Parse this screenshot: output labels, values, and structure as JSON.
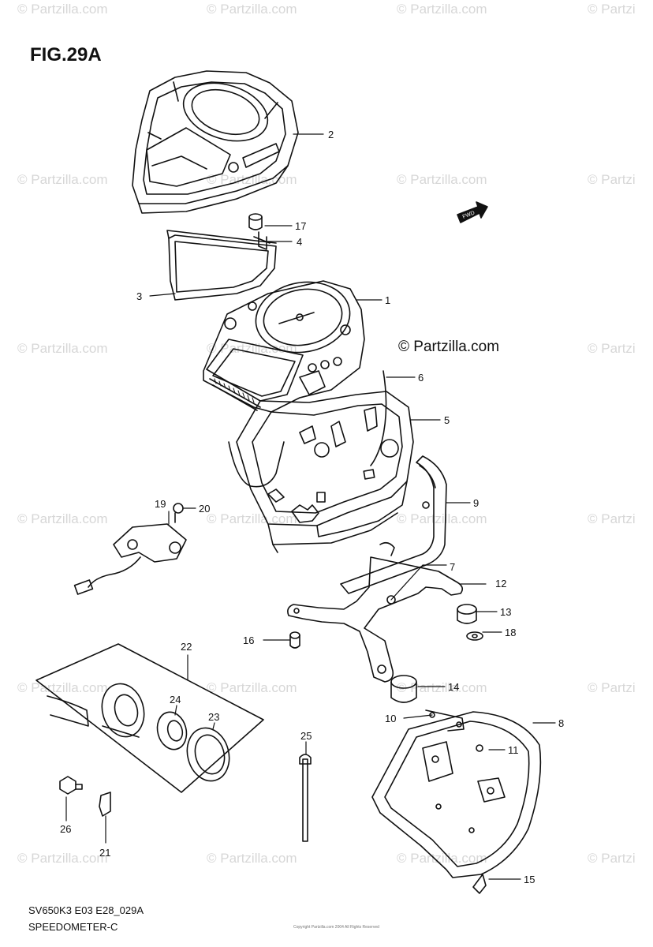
{
  "figure": {
    "title": "FIG.29A",
    "copyright": "© Partzilla.com",
    "model_code": "SV650K3 E03 E28_029A",
    "section_name": "SPEEDOMETER-C",
    "fine_print": "Copyright Partzilla.com 2004 All Rights Reserved",
    "fwd_label": "FWD"
  },
  "watermark": {
    "text": "© Partzilla.com",
    "text_short": "© Partzi"
  },
  "callouts": [
    {
      "number": "1"
    },
    {
      "number": "2"
    },
    {
      "number": "3"
    },
    {
      "number": "4"
    },
    {
      "number": "5"
    },
    {
      "number": "6"
    },
    {
      "number": "7"
    },
    {
      "number": "8"
    },
    {
      "number": "9"
    },
    {
      "number": "10"
    },
    {
      "number": "11"
    },
    {
      "number": "12"
    },
    {
      "number": "13"
    },
    {
      "number": "14"
    },
    {
      "number": "15"
    },
    {
      "number": "16"
    },
    {
      "number": "17"
    },
    {
      "number": "18"
    },
    {
      "number": "19"
    },
    {
      "number": "20"
    },
    {
      "number": "21"
    },
    {
      "number": "22"
    },
    {
      "number": "23"
    },
    {
      "number": "24"
    },
    {
      "number": "25"
    },
    {
      "number": "26"
    }
  ]
}
